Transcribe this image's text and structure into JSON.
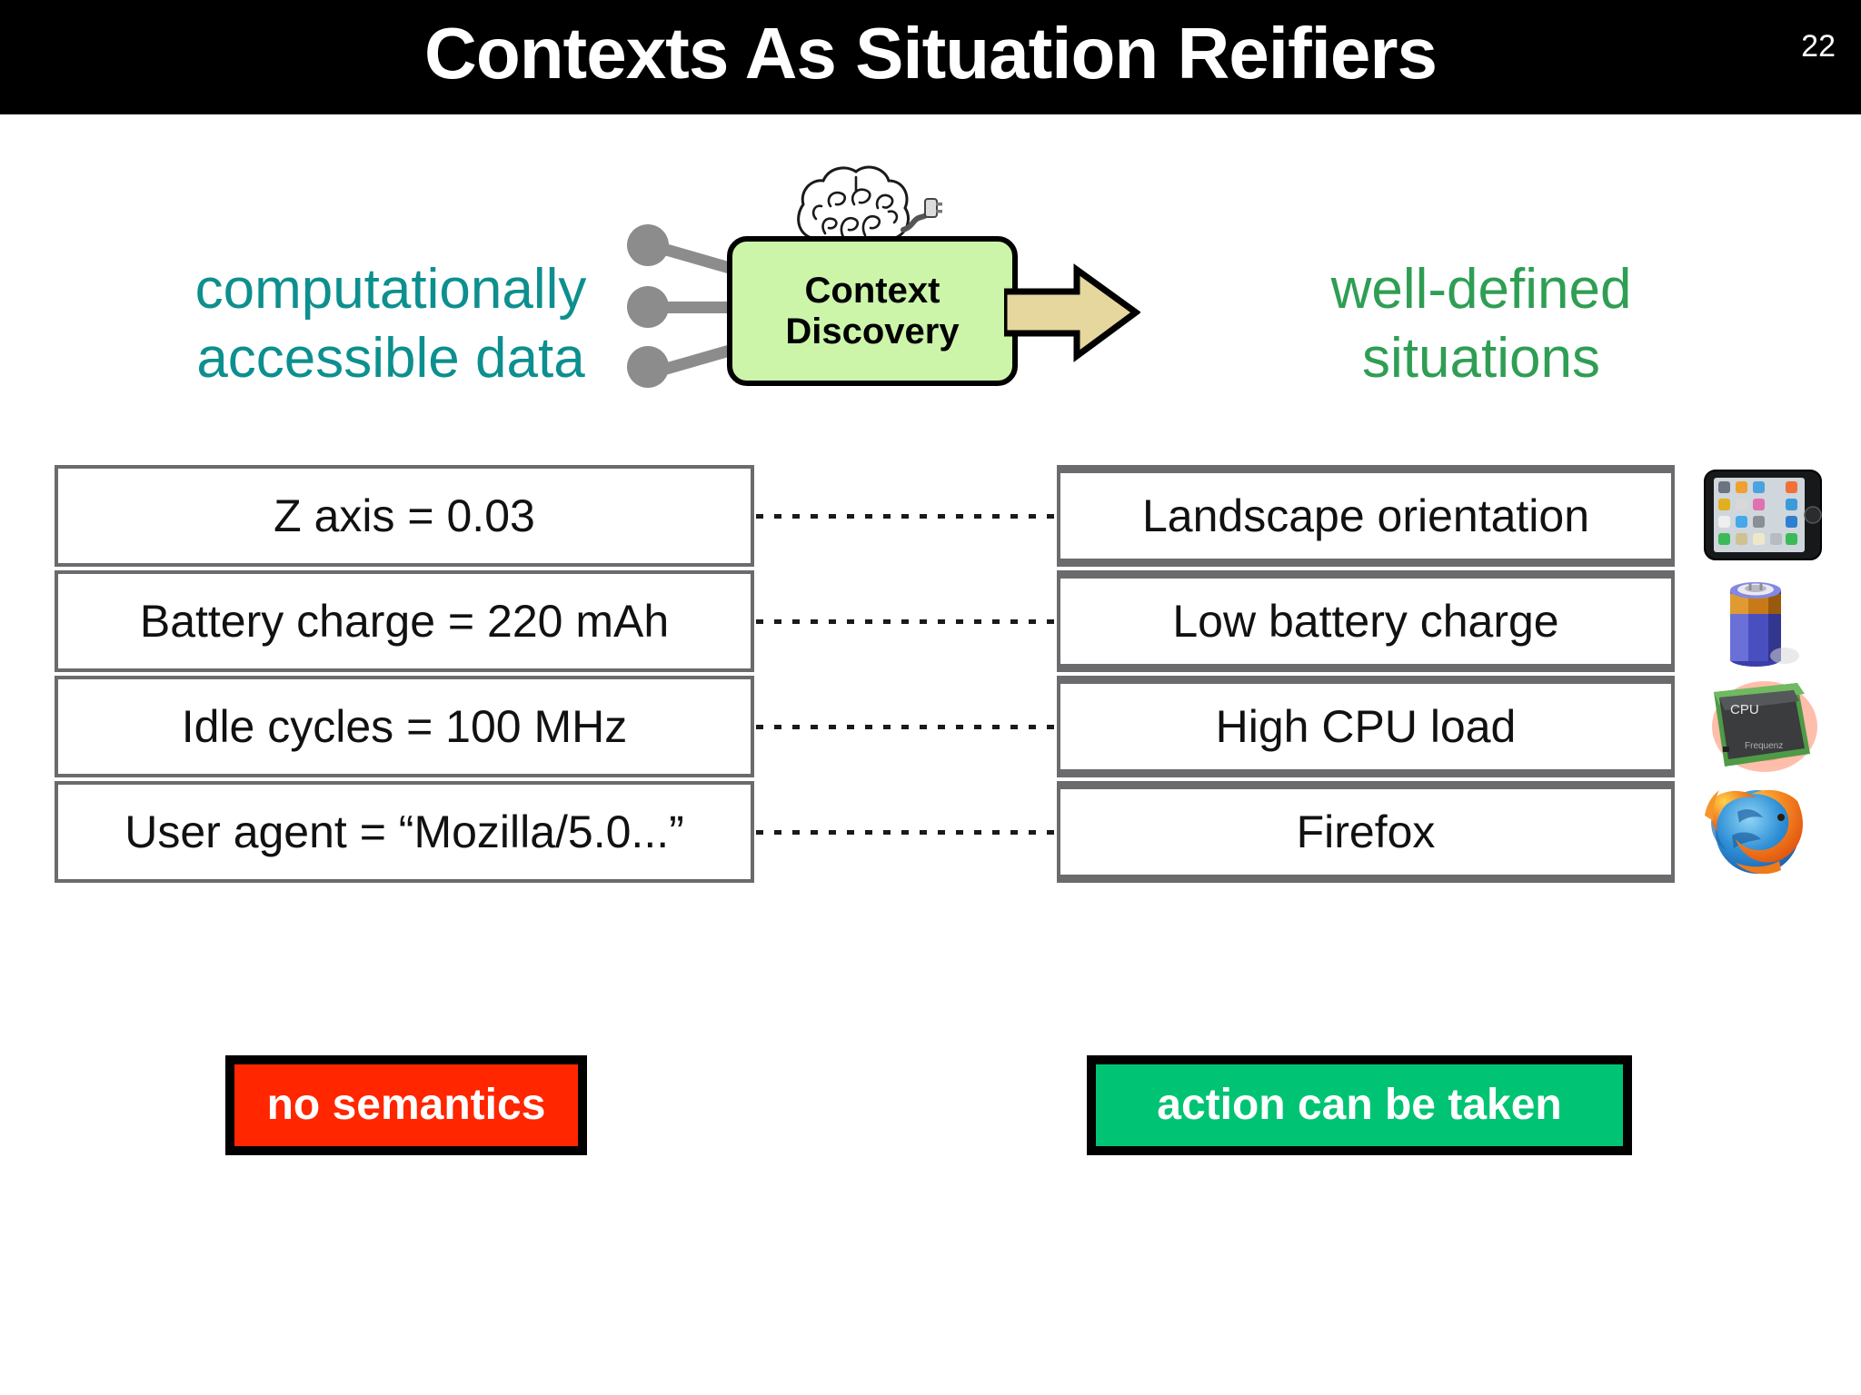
{
  "slide": {
    "title": "Contexts As Situation Reifiers",
    "page_number": "22"
  },
  "captions": {
    "left_line1": "computationally",
    "left_line2": "accessible data",
    "left_color": "#0d8f8f",
    "right_line1": "well-defined",
    "right_line2": "situations",
    "right_color": "#2f9e54"
  },
  "process": {
    "box_line1": "Context",
    "box_line2": "Discovery",
    "box_color": "#ccf5aa",
    "arrow_color": "#e6d79e",
    "node_color": "#8c8c8c",
    "brain_icon": "brain-with-plug-icon",
    "arrow_icon": "right-arrow-icon"
  },
  "rows": [
    {
      "raw": "Z axis = 0.03",
      "situation": "Landscape orientation",
      "icon": "smartphone-landscape-icon"
    },
    {
      "raw": "Battery charge = 220 mAh",
      "situation": "Low battery charge",
      "icon": "battery-icon"
    },
    {
      "raw": "Idle cycles = 100 MHz",
      "situation": "High CPU load",
      "icon": "cpu-chip-icon"
    },
    {
      "raw": "User agent = “Mozilla/5.0...”",
      "situation": "Firefox",
      "icon": "firefox-logo-icon"
    }
  ],
  "badges": {
    "left_label": "no semantics",
    "left_color": "#ff2600",
    "right_label": "action can be taken",
    "right_color": "#00c473"
  },
  "cpu_icon_text": {
    "top": "CPU",
    "bottom": "Frequenz"
  }
}
